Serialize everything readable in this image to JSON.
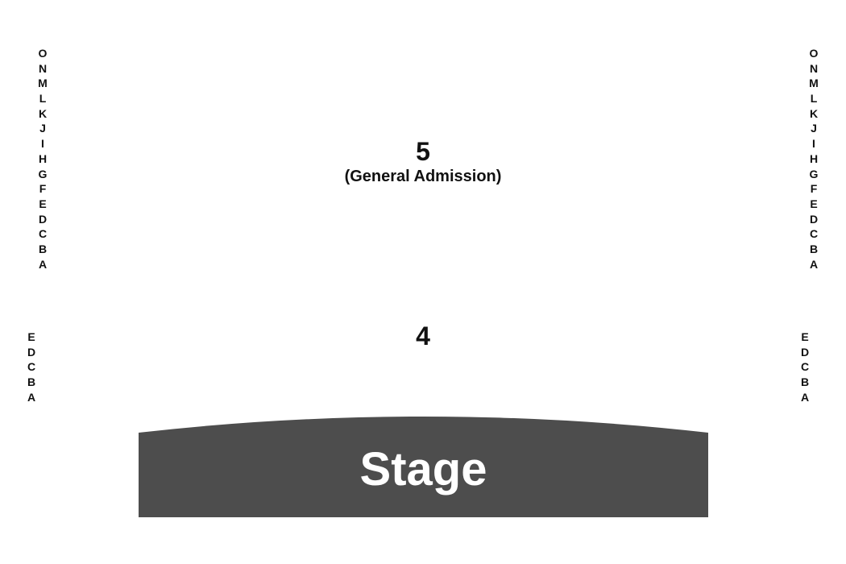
{
  "sections": {
    "section5": {
      "number": "5",
      "subtitle": "(General Admission)",
      "rows": [
        "O",
        "N",
        "M",
        "L",
        "K",
        "J",
        "I",
        "H",
        "G",
        "F",
        "E",
        "D",
        "C",
        "B",
        "A"
      ]
    },
    "section4": {
      "number": "4",
      "rows": [
        "E",
        "D",
        "C",
        "B",
        "A"
      ]
    }
  },
  "stage": {
    "label": "Stage",
    "fill_color": "#4d4d4d",
    "text_color": "#ffffff"
  }
}
